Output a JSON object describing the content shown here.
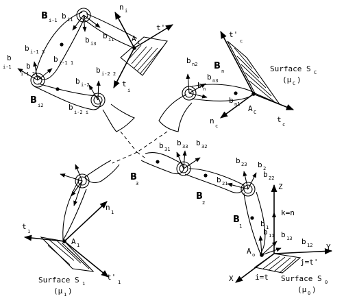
{
  "labels": {
    "B_im1": "B",
    "B_im1_sub": "i-1",
    "b_i1": "b",
    "b_i1_sub": "i1",
    "n_i": "n",
    "n_i_sub": "i",
    "t_prime_top": "t'",
    "b_i3": "b",
    "b_i3_sub": "i3",
    "b_ii1": "b",
    "b_ii1_sub": "i1",
    "A_i": "A",
    "A_i_sub": "i",
    "b_im13": "b",
    "b_im13_sub": "i-1 3",
    "b_im1_left": "b",
    "b_im1_left_sub": "i-1",
    "b_im11": "b",
    "b_im11_sub": "i-1 1",
    "b_im1_2": "b",
    "b_im1_2_sub": "i-1 2",
    "b_im22": "b",
    "b_im22_sub": "i-2 2",
    "t_i": "t",
    "t_i_sub": "i",
    "B_i2": "B",
    "B_i2_sub": "i2",
    "b_im2": "b",
    "b_im2_sub": "i-2",
    "b_im2_i": "b",
    "b_im2_i_sub": "i-2  i",
    "t_prime_c": "t'",
    "t_prime_c_sub": "c",
    "surface_c": "Surface S",
    "surface_c_sub": "C",
    "mu_c": "(μ",
    "mu_c_sub": "C",
    "mu_c_close": ")",
    "b_n2": "b",
    "b_n2_sub": "n2",
    "B_n": "B",
    "B_n_sub": "n",
    "b_n3": "b",
    "b_n3_sub": "n3",
    "b_n": "b",
    "b_n_sub": "n",
    "b_n1": "b",
    "b_n1_sub": "n1",
    "A_c": "A",
    "A_c_sub": "C",
    "n_c": "n",
    "n_c_sub": "c",
    "t_c": "t",
    "t_c_sub": "c",
    "b_31": "b",
    "b_31_sub": "31",
    "b_33": "b",
    "b_33_sub": "33",
    "b_32": "b",
    "b_32_sub": "32",
    "b_23": "b",
    "b_23_sub": "23",
    "b_2": "b",
    "b_2_sub": "2",
    "b_22": "b",
    "b_22_sub": "22",
    "B_3": "B",
    "B_3_sub": "3",
    "b_21": "b",
    "b_21_sub": "21",
    "B_2": "B",
    "B_2_sub": "2",
    "Z": "Z",
    "k_eq_n": "k=n",
    "B_1": "B",
    "B_1_sub": "1",
    "b_1": "b",
    "b_1_sub": "1",
    "b_11": "b",
    "b_11_sub": "11",
    "b_13": "b",
    "b_13_sub": "13",
    "b_12": "b",
    "b_12_sub": "12",
    "Y": "Y",
    "A_o": "A",
    "A_o_sub": "o",
    "j_eq_t": "j=t'",
    "X": "X",
    "i_eq_t": "i=t",
    "surface_0": "Surface S",
    "surface_0_sub": "0",
    "mu_0": "(μ",
    "mu_0_sub": "0",
    "mu_0_close": ")",
    "t_1": "t",
    "t_1_sub": "1",
    "n_1": "n",
    "n_1_sub": "1",
    "A_1": "A",
    "A_1_sub": "1",
    "surface_1": "Surface S",
    "surface_1_sub": "1",
    "mu_1": "(μ",
    "mu_1_sub": "1",
    "mu_1_close": ")",
    "t_prime_1": "t'",
    "t_prime_1_sub": "1"
  }
}
